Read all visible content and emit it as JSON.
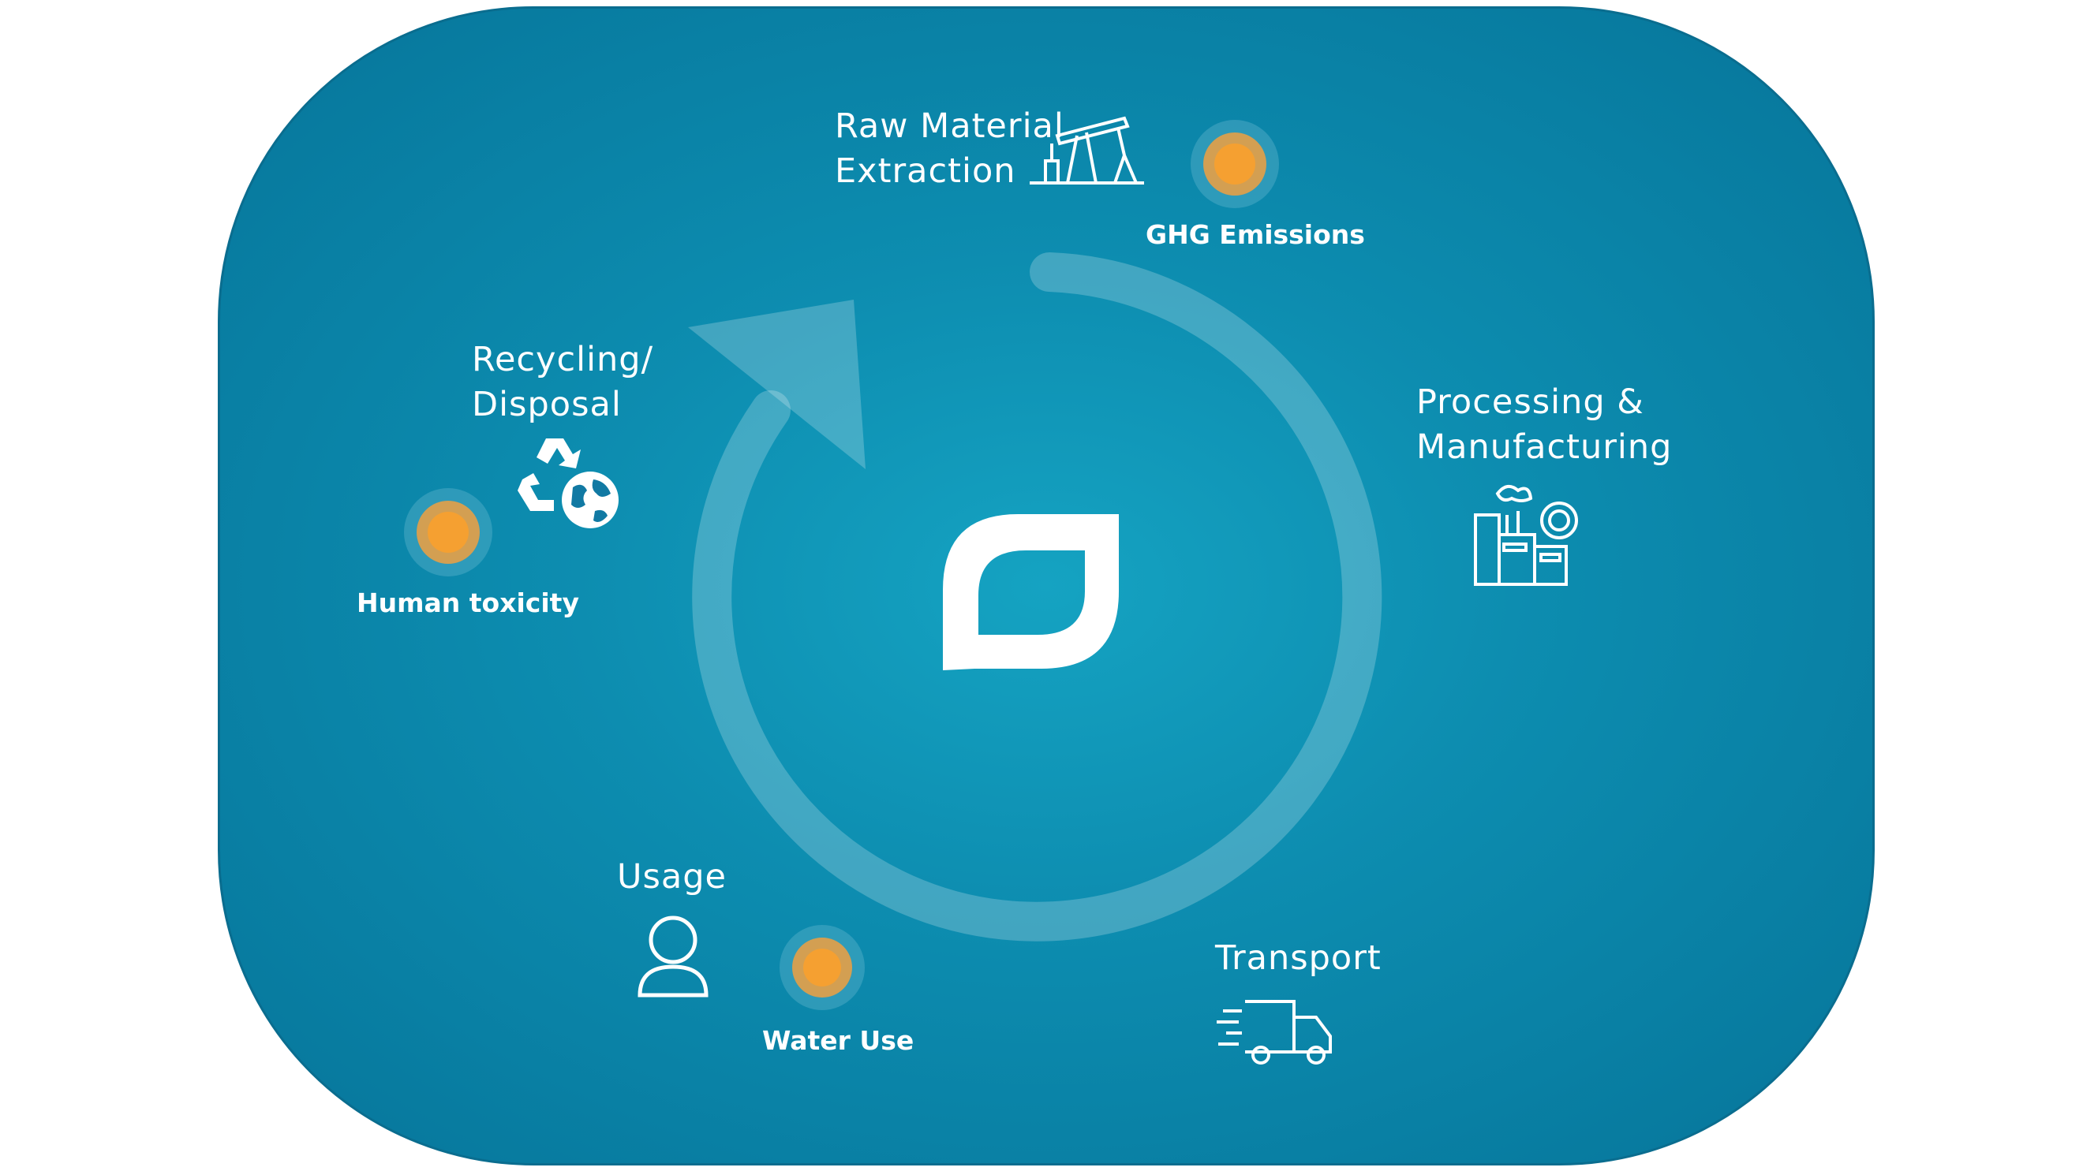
{
  "colors": {
    "panel_center": "#15a3c2",
    "panel_edge": "#06759a",
    "impact_burst": "#f5a031",
    "text": "#ffffff"
  },
  "stages": {
    "raw_material": {
      "line1": "Raw Material",
      "line2": "Extraction",
      "icon": "oil-pump-icon"
    },
    "processing": {
      "line1": "Processing &",
      "line2": "Manufacturing",
      "icon": "factory-icon"
    },
    "transport": {
      "label": "Transport",
      "icon": "truck-icon"
    },
    "usage": {
      "label": "Usage",
      "icon": "person-icon"
    },
    "recycling": {
      "line1": "Recycling/",
      "line2": "Disposal",
      "icon": "recycle-globe-icon"
    }
  },
  "impacts": {
    "ghg": {
      "label": "GHG Emissions",
      "icon": "burst-icon"
    },
    "human_toxicity": {
      "label": "Human toxicity",
      "icon": "burst-icon"
    },
    "water_use": {
      "label": "Water Use",
      "icon": "burst-icon"
    }
  },
  "center": {
    "icon": "leaf-logo-icon"
  }
}
